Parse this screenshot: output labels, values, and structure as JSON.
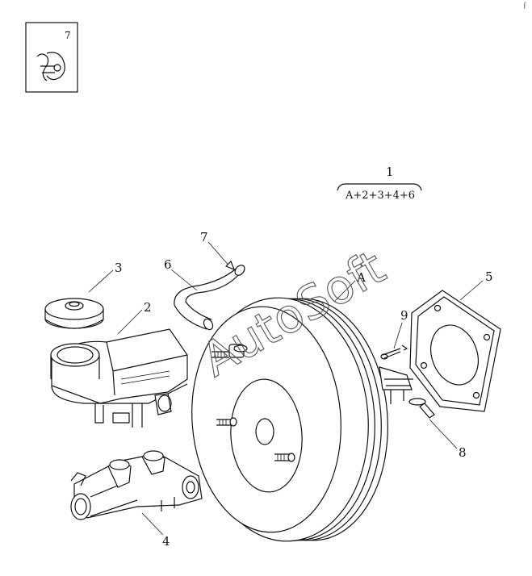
{
  "inset": {
    "ref": "7"
  },
  "assembly": {
    "label": "1",
    "formula": "A+2+3+4+6"
  },
  "callouts": {
    "c2": "2",
    "c3": "3",
    "c4": "4",
    "c5": "5",
    "c6": "6",
    "c7": "7",
    "c8": "8",
    "c9": "9",
    "cA": "A"
  },
  "watermark": "AutoSoft",
  "corner_mark": "⌠"
}
